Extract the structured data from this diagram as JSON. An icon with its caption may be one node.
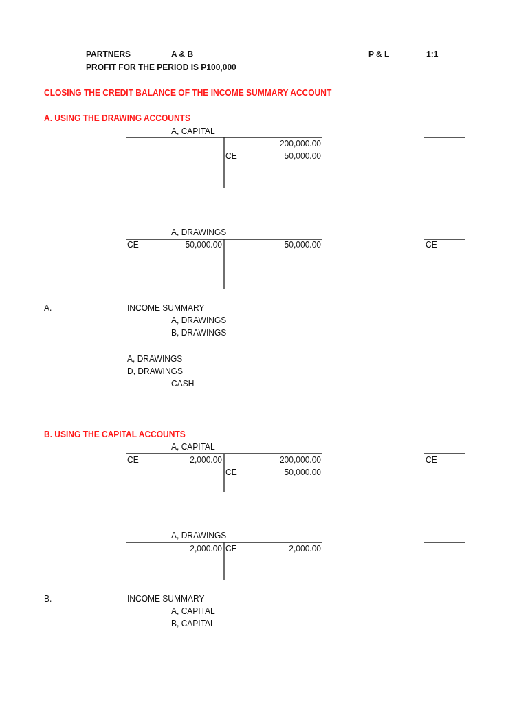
{
  "diagram": {
    "labels": [
      "PARTNERS",
      "A & B",
      "P & L",
      "1:1",
      "PROFIT FOR THE PERIOD IS P100,000",
      "CLOSING THE CREDIT BALANCE OF THE INCOME SUMMARY ACCOUNT",
      "A.  USING THE DRAWING ACCOUNTS",
      "A, CAPITAL",
      "200,000.00",
      "CE",
      "50,000.00",
      "A, DRAWINGS",
      "CE",
      "50,000.00",
      "50,000.00",
      "CE",
      "A.",
      "INCOME SUMMARY",
      "A, DRAWINGS",
      "B, DRAWINGS",
      "A, DRAWINGS",
      "D, DRAWINGS",
      "CASH",
      "B.  USING THE CAPITAL ACCOUNTS",
      "A, CAPITAL",
      "CE",
      "2,000.00",
      "200,000.00",
      "CE",
      "CE",
      "50,000.00",
      "A, DRAWINGS",
      "2,000.00",
      "CE",
      "2,000.00",
      "B.",
      "INCOME SUMMARY",
      "A, CAPITAL",
      "B, CAPITAL"
    ]
  }
}
